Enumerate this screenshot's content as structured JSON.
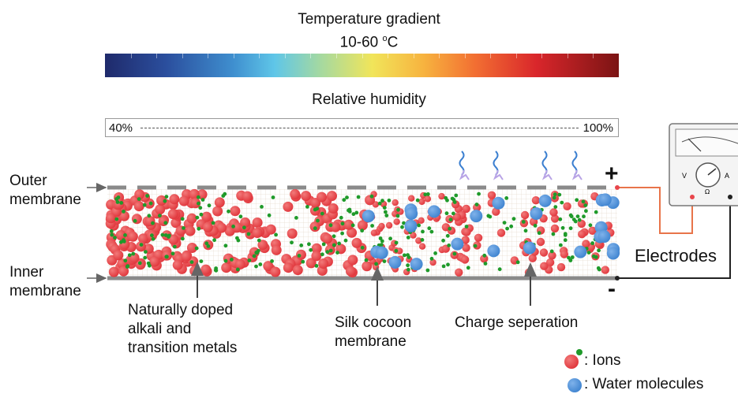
{
  "header": {
    "temperature_title": "Temperature gradient",
    "temperature_range": "10-60 ",
    "temperature_sup": "o",
    "temperature_unit": "C",
    "humidity_title": "Relative humidity",
    "humidity_low": "40%",
    "humidity_high": "100%"
  },
  "labels": {
    "outer_membrane": [
      "Outer",
      "membrane"
    ],
    "inner_membrane": [
      "Inner",
      "membrane"
    ],
    "plus": "+",
    "minus": "-",
    "electrodes": "Electrodes",
    "doped": [
      "Naturally doped",
      "alkali and",
      "transition metals"
    ],
    "silk": [
      "Silk cocoon",
      "membrane"
    ],
    "charge": "Charge seperation"
  },
  "legend": {
    "ions": ": Ions",
    "water": ": Water molecules"
  },
  "meter": {
    "left_label": "V",
    "right_label": "A",
    "bottom_label": "Ω"
  },
  "colors": {
    "ion_red": "#e8464b",
    "ion_green": "#1f9a2a",
    "water_blue": "#4a8fd6",
    "wire_orange": "#e8744a",
    "membrane_gray": "#8a8a8a"
  }
}
